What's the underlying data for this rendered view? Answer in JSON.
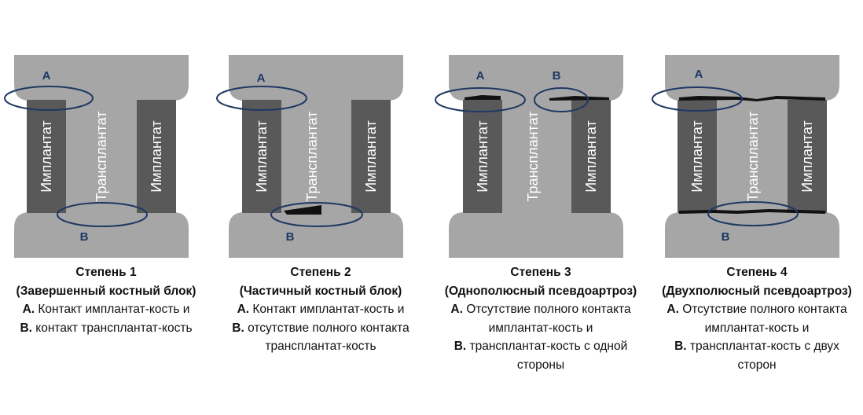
{
  "colors": {
    "bone": "#a6a6a6",
    "implant": "#595959",
    "ellipse": "#1f3864",
    "gap": "#111111",
    "text_light": "#ffffff"
  },
  "panels": [
    {
      "implant_label": "Имплантат",
      "graft_label": "Трансплантат",
      "marker_a": "A",
      "marker_b": "B",
      "grade": "Степень 1",
      "title": "(Завершенный костный блок)",
      "line_a_letter": "A.",
      "line_a_text": " Контакт имплантат-кость и",
      "line_b_letter": "B.",
      "line_b_text": " контакт трансплантат-кость"
    },
    {
      "implant_label": "Имплантат",
      "graft_label": "Трансплантат",
      "marker_a": "A",
      "marker_b": "B",
      "grade": "Степень 2",
      "title": "(Частичный костный блок)",
      "line_a_letter": "A.",
      "line_a_text": " Контакт имплантат-кость и",
      "line_b_letter": "B.",
      "line_b_text": " отсутствие полного контакта",
      "line_c_text": "трансплантат-кость"
    },
    {
      "implant_label": "Имплантат",
      "graft_label": "Трансплантат",
      "marker_a": "A",
      "marker_b": "B",
      "grade": "Степень 3",
      "title": "(Однополюсный псевдоартроз)",
      "line_a_letter": "A.",
      "line_a_text": " Отсутствие полного контакта",
      "line_a2_text": "имплантат-кость и",
      "line_b_letter": "B.",
      "line_b_text": " трансплантат-кость с одной",
      "line_c_text": "стороны"
    },
    {
      "implant_label": "Имплантат",
      "graft_label": "Трансплантат",
      "marker_a": "A",
      "marker_b": "B",
      "grade": "Степень 4",
      "title": "(Двухполюсный псевдоартроз)",
      "line_a_letter": "A.",
      "line_a_text": " Отсутствие полного контакта",
      "line_a2_text": "имплантат-кость и",
      "line_b_letter": "B.",
      "line_b_text": " трансплантат-кость с двух",
      "line_c_text": "сторон"
    }
  ]
}
